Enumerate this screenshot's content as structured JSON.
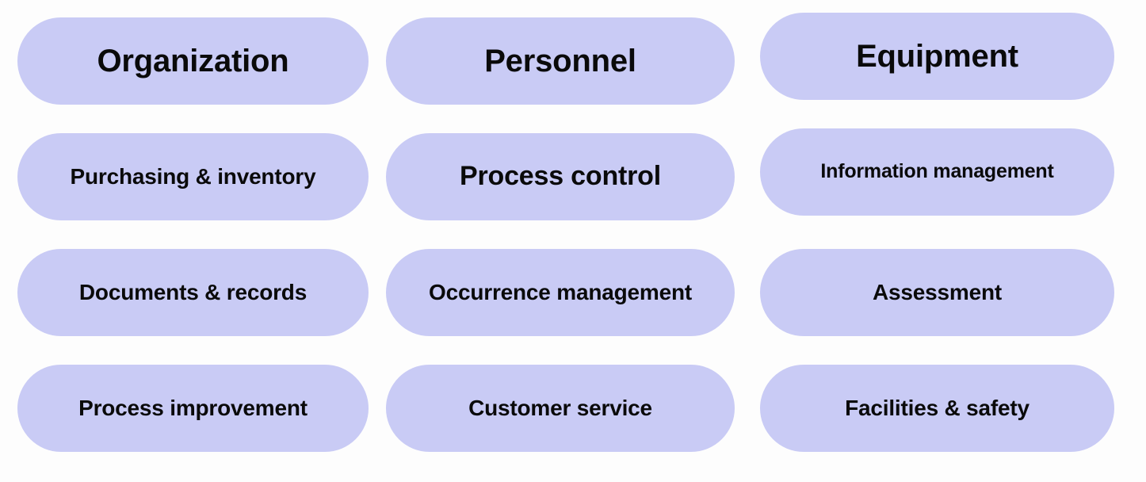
{
  "diagram": {
    "type": "pill-grid",
    "columns": 3,
    "rows": 4,
    "background_color": "#fdfdfd",
    "pill_color": "#c9cbf5",
    "text_color": "#0a0a0a",
    "items": [
      {
        "label": "Organization",
        "row": 1,
        "col": 1,
        "size": "size-xl"
      },
      {
        "label": "Personnel",
        "row": 1,
        "col": 2,
        "size": "size-xl"
      },
      {
        "label": "Equipment",
        "row": 1,
        "col": 3,
        "size": "size-xl"
      },
      {
        "label": "Purchasing & inventory",
        "row": 2,
        "col": 1,
        "size": "size-md"
      },
      {
        "label": "Process control",
        "row": 2,
        "col": 2,
        "size": "size-lg"
      },
      {
        "label": "Information management",
        "row": 2,
        "col": 3,
        "size": "size-sm"
      },
      {
        "label": "Documents & records",
        "row": 3,
        "col": 1,
        "size": "size-md"
      },
      {
        "label": "Occurrence management",
        "row": 3,
        "col": 2,
        "size": "size-md"
      },
      {
        "label": "Assessment",
        "row": 3,
        "col": 3,
        "size": "size-md"
      },
      {
        "label": "Process improvement",
        "row": 4,
        "col": 1,
        "size": "size-md"
      },
      {
        "label": "Customer service",
        "row": 4,
        "col": 2,
        "size": "size-md"
      },
      {
        "label": "Facilities & safety",
        "row": 4,
        "col": 3,
        "size": "size-md"
      }
    ]
  }
}
